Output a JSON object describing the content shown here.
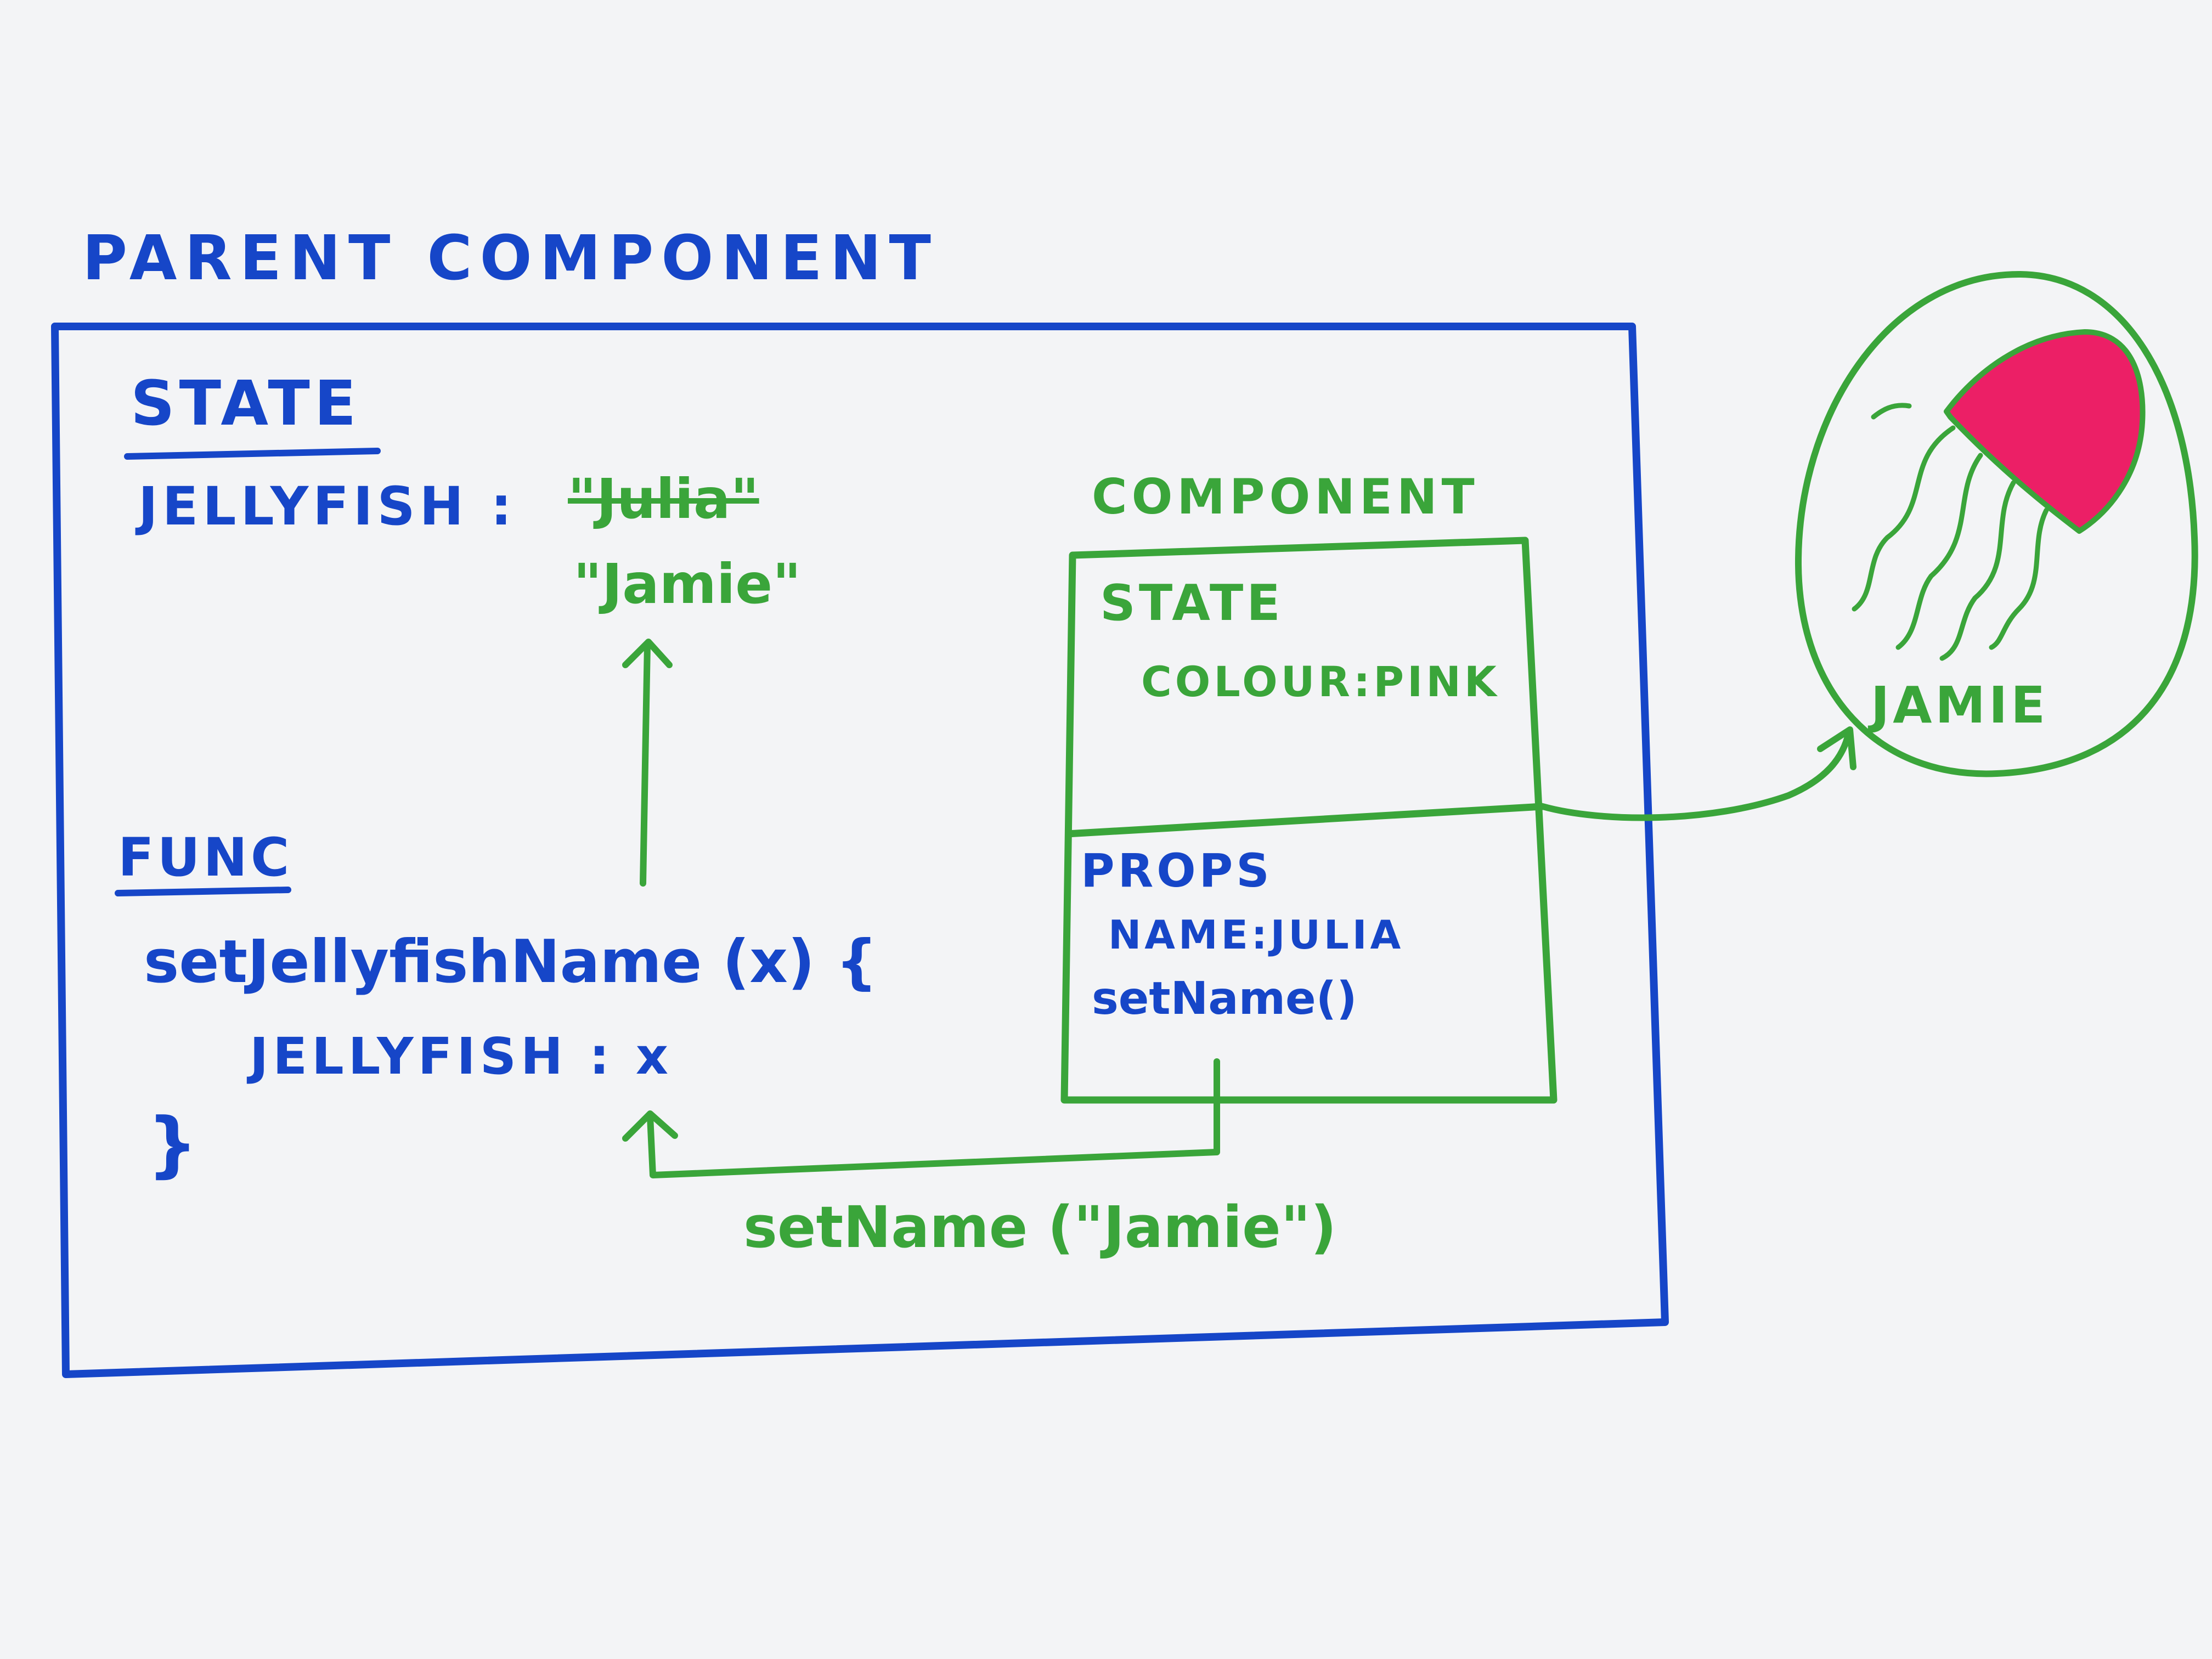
{
  "parent": {
    "title": "PARENT COMPONENT",
    "state_heading": "STATE",
    "state_key": "JELLYFISH :",
    "old_value": "\"Julia\"",
    "new_value": "\"Jamie\"",
    "func_heading": "FUNC",
    "func_signature": "setJellyfishName (x) {",
    "func_body": "JELLYFISH :  x",
    "func_close": "}"
  },
  "component": {
    "title": "COMPONENT",
    "state_heading": "STATE",
    "state_value": "COLOUR:PINK",
    "props_heading": "PROPS",
    "props_name": "NAME:JULIA",
    "props_setter": "setName()"
  },
  "call_label": "setName (\"Jamie\")",
  "output": {
    "label": "JAMIE",
    "icon": "jellyfish-icon"
  },
  "colors": {
    "paper": "#f3f4f6",
    "blue_ink": "#1646c8",
    "green_ink": "#3aa53a",
    "pink_fill": "#ec1f66"
  }
}
